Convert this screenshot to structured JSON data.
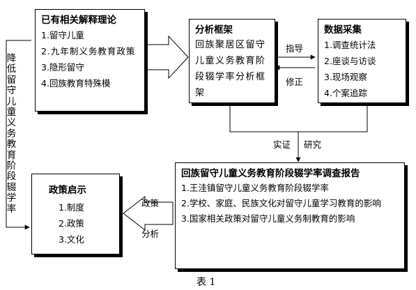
{
  "theory": {
    "title": "已有相关解释理论",
    "items": [
      "1.留守儿童",
      "2.九年制义务教育政策",
      "3.隐形留守",
      "4.回族教育特殊模"
    ]
  },
  "framework": {
    "title": "分析框架",
    "text": "回族聚居区留守儿童义务教育阶段辍学率分析框架"
  },
  "data_collection": {
    "title": "数据采集",
    "items": [
      "1.调查统计法",
      "2.座谈与访谈",
      "3.现场观察",
      "4.个案追踪"
    ]
  },
  "report": {
    "title": "回族留守儿童义务教育阶段辍学率调查报告",
    "items": [
      "1.王洼镇留守儿童义务教育阶段辍学率",
      "2.学校、家庭、民族文化对留守儿童学习教育的影响",
      "3.国家相关政策对留守儿童义务制教育的影响"
    ]
  },
  "policy": {
    "title": "政策启示",
    "items": [
      "1.制度",
      "2.政策",
      "3.文化"
    ]
  },
  "arrows": {
    "guide": "指导",
    "correct": "修正",
    "empirical": "实证",
    "research": "研究",
    "policy": "政策",
    "analysis": "分析",
    "side": "降低留守儿童义务教育阶段辍学率"
  },
  "caption": "表 1"
}
